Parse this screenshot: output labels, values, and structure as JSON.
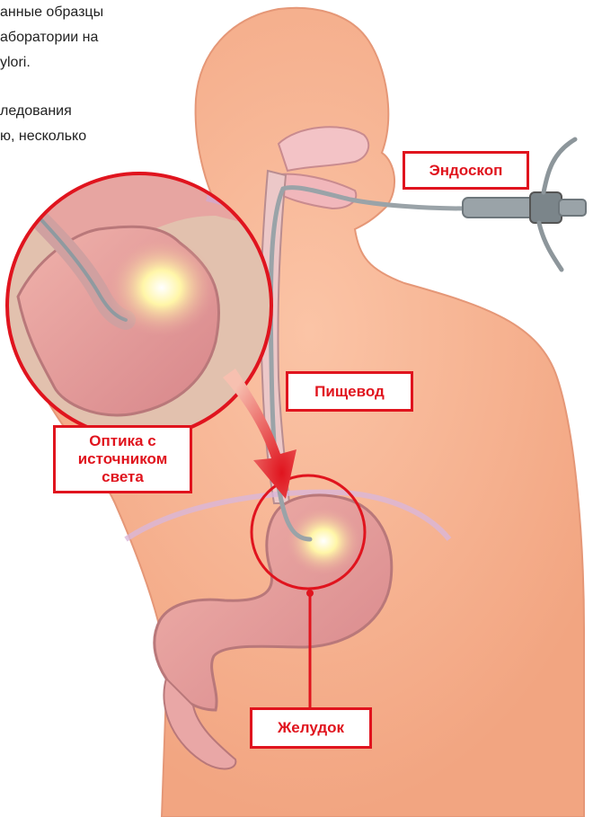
{
  "background_text": {
    "lines": [
      "анные образцы",
      "аборатории на",
      "ylori.",
      "ледования",
      "ю, несколько"
    ]
  },
  "labels": {
    "endoscope": "Эндоскоп",
    "esophagus": "Пищевод",
    "optics_line1": "Оптика с",
    "optics_line2": "источником",
    "optics_line3": "света",
    "stomach": "Желудок"
  },
  "colors": {
    "accent": "#e0141e",
    "skin": "#f7b595",
    "organ": "#e8a09c"
  }
}
